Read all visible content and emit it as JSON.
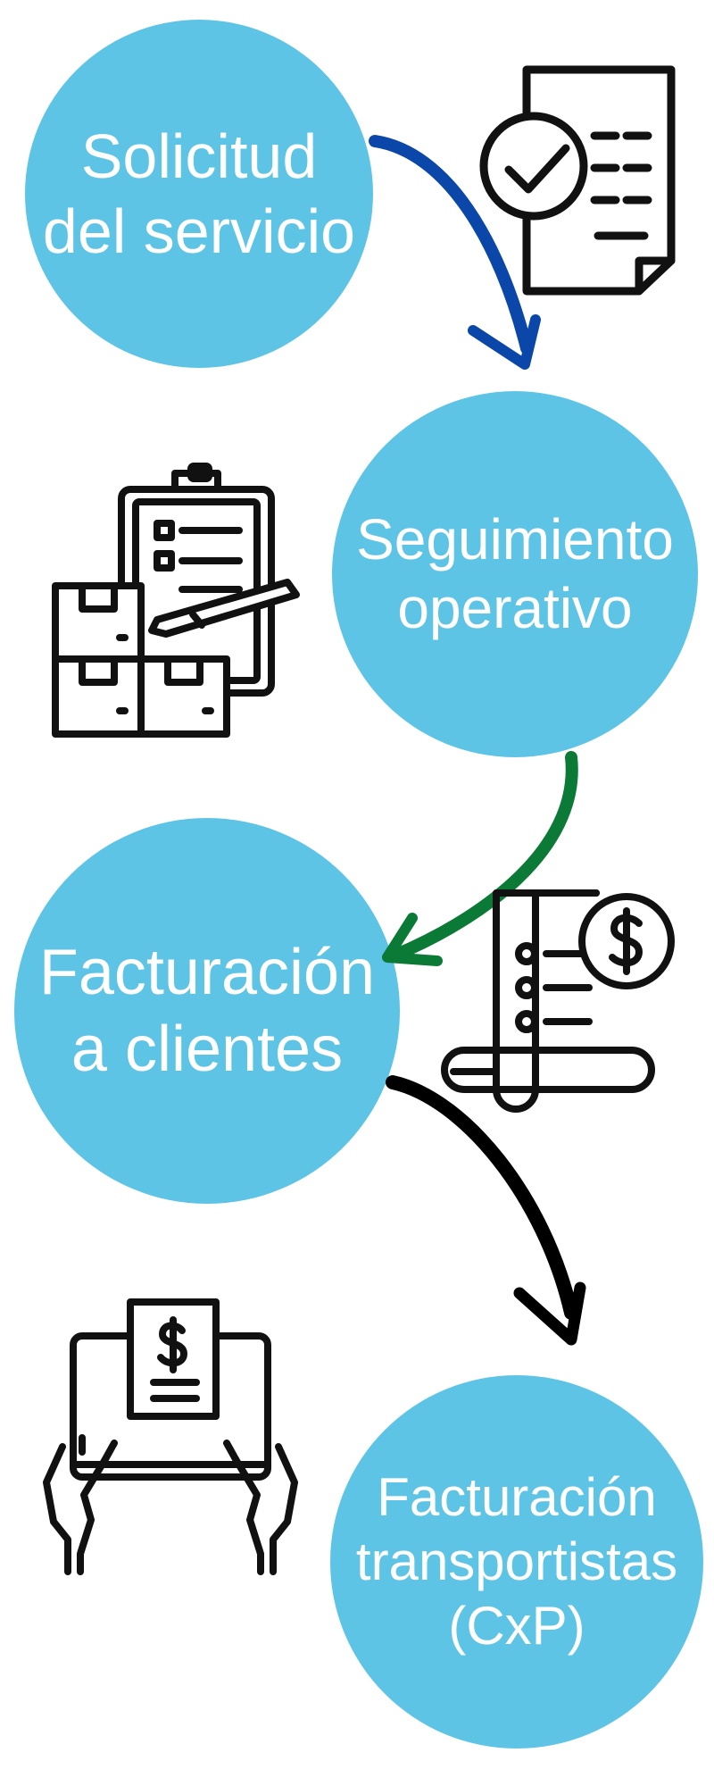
{
  "steps": [
    {
      "lines": [
        "Solicitud",
        "del servicio"
      ]
    },
    {
      "lines": [
        "Seguimiento",
        "operativo"
      ]
    },
    {
      "lines": [
        "Facturación",
        "a clientes"
      ]
    },
    {
      "lines": [
        "Facturación",
        "transportistas",
        "(CxP)"
      ]
    }
  ],
  "colors": {
    "circle": "#5ec4e6",
    "text": "#ffffff",
    "arrow_1": "#0a47a8",
    "arrow_2": "#0b7a36",
    "arrow_3": "#000000",
    "icon": "#111111"
  },
  "icons": [
    "checklist-document-icon",
    "clipboard-boxes-icon",
    "invoice-receipt-icon",
    "tablet-payment-icon"
  ]
}
